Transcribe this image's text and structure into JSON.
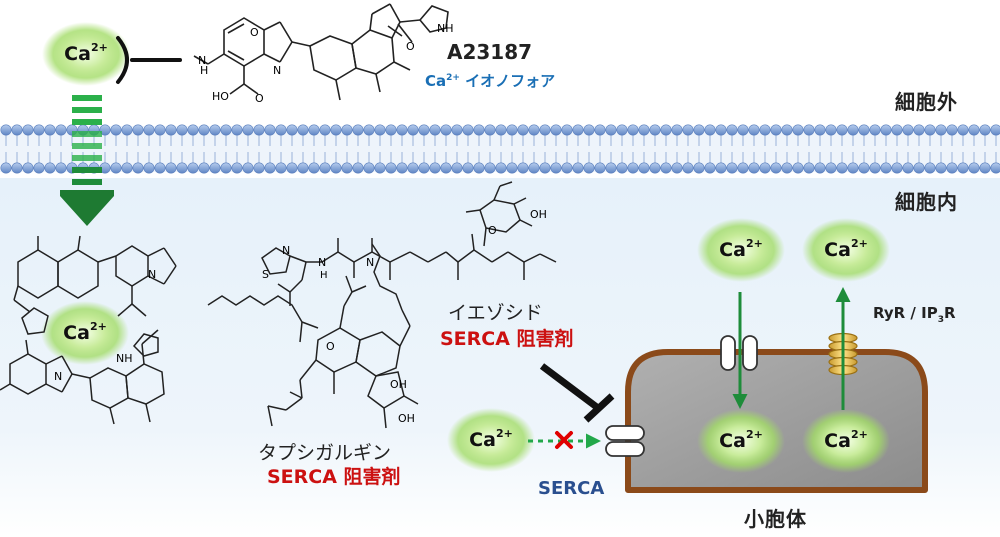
{
  "labels": {
    "extracellular": "細胞外",
    "intracellular": "細胞内",
    "compound": "A23187",
    "ionophore_prefix": "Ca",
    "ionophore_sup": "2+",
    "ionophore_suffix": " イオノフォア",
    "iezoside": "イエゾシド",
    "serca_inhibitor_1": "SERCA 阻害剤",
    "thapsigargin": "タプシガルギン",
    "serca_inhibitor_2": "SERCA 阻害剤",
    "serca": "SERCA",
    "channel": "RyR / IP",
    "channel_sub": "3",
    "channel_end": "R",
    "organelle": "小胞体",
    "ca": "Ca",
    "ca_sup": "2+",
    "atom_nh": "NH",
    "atom_n": "N",
    "atom_o": "O",
    "atom_oh": "OH",
    "atom_s": "S",
    "atom_h": "H",
    "atom_ho": "HO"
  },
  "colors": {
    "ca_glow": "#8fd14a",
    "arrow_green": "#1e8c3a",
    "dashed_green": "#22a84a",
    "membrane_head": "#7fa0d6",
    "er_fill": "#9a9a9a",
    "er_border": "#8b4a1a",
    "inhibit_red": "#e00000",
    "serca_red": "#cc1111",
    "serca_blue": "#2a4f8f",
    "ionophore_blue": "#1a6fb5"
  }
}
